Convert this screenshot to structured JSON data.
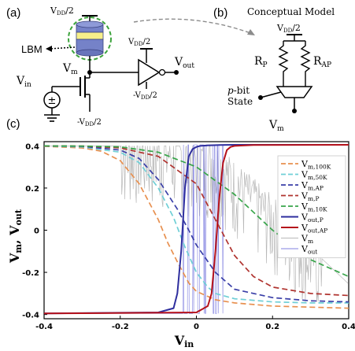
{
  "panel_a": {
    "label": "(a)",
    "vdd_top": "V",
    "vdd_top_sub": "DD",
    "vdd_top_tail": "/2",
    "vdd_mid": "V",
    "vdd_mid_sub": "DD",
    "vdd_mid_tail": "/2",
    "vdd_neg": "-V",
    "vdd_neg_sub": "DD",
    "vdd_neg_tail": "/2",
    "vdd_neg2": "-V",
    "vdd_neg2_sub": "DD",
    "vdd_neg2_tail": "/2",
    "lbm": "LBM",
    "vm": "V",
    "vm_sub": "m",
    "vin": "V",
    "vin_sub": "in",
    "vout": "V",
    "vout_sub": "out",
    "source_symbol": "±"
  },
  "panel_b": {
    "label": "(b)",
    "title": "Conceptual Model",
    "vdd": "V",
    "vdd_sub": "DD",
    "vdd_tail": "/2",
    "rp": "R",
    "rp_sub": "P",
    "rap": "R",
    "rap_sub": "AP",
    "pbit_italic": "p",
    "pbit_rest": "-bit",
    "state": "State",
    "vm": "V",
    "vm_sub": "m"
  },
  "panel_c": {
    "label": "(c)",
    "ylabel_1": "V",
    "ylabel_1_sub": "m",
    "ylabel_sep": ",  ",
    "ylabel_2": "V",
    "ylabel_2_sub": "out",
    "xlabel": "V",
    "xlabel_sub": "in"
  },
  "colors": {
    "m100k": "#e8904f",
    "m50k": "#6fcfd6",
    "mAP": "#3a3fa8",
    "mP": "#b0332f",
    "m10k": "#38a54a",
    "outP": "#2e2e9e",
    "outAP": "#b5121b",
    "vm_noisy": "#b8b8b8",
    "vout_noisy": "#8080e0",
    "mtj_blue": "#7582c8",
    "mtj_yellow": "#f7ef8a",
    "dashed_circle": "#3ca33c"
  },
  "chart_data": {
    "type": "line",
    "xlim": [
      -0.4,
      0.4
    ],
    "ylim": [
      -0.42,
      0.42
    ],
    "x_ticks": [
      "-0.4",
      "-0.2",
      "0",
      "0.2",
      "0.4"
    ],
    "y_ticks": [
      "0.4",
      "0.2",
      "0",
      "-0.2",
      "-0.4"
    ],
    "x_tick_values": [
      -0.4,
      -0.2,
      0,
      0.2,
      0.4
    ],
    "y_tick_values": [
      0.4,
      0.2,
      0,
      -0.2,
      -0.4
    ],
    "legend_position": "top-right",
    "series": [
      {
        "name_main": "V",
        "name_sub": "m,100K",
        "style": "dashed",
        "color_key": "m100k",
        "x": [
          -0.4,
          -0.3,
          -0.25,
          -0.2,
          -0.15,
          -0.1,
          -0.075,
          -0.05,
          -0.02,
          0,
          0.05,
          0.1,
          0.2,
          0.3,
          0.4
        ],
        "y": [
          0.398,
          0.39,
          0.375,
          0.33,
          0.22,
          0.05,
          -0.06,
          -0.15,
          -0.25,
          -0.29,
          -0.33,
          -0.345,
          -0.36,
          -0.365,
          -0.37
        ]
      },
      {
        "name_main": "V",
        "name_sub": "m,50K",
        "style": "dashed",
        "color_key": "m50k",
        "x": [
          -0.4,
          -0.3,
          -0.2,
          -0.15,
          -0.1,
          -0.06,
          -0.03,
          0,
          0.03,
          0.05,
          0.1,
          0.2,
          0.3,
          0.4
        ],
        "y": [
          0.399,
          0.395,
          0.37,
          0.32,
          0.2,
          0.06,
          -0.08,
          -0.2,
          -0.27,
          -0.3,
          -0.325,
          -0.34,
          -0.345,
          -0.345
        ]
      },
      {
        "name_main": "V",
        "name_sub": "m,AP",
        "style": "dashed",
        "color_key": "mAP",
        "x": [
          -0.4,
          -0.3,
          -0.2,
          -0.15,
          -0.1,
          -0.05,
          -0.02,
          0,
          0.05,
          0.1,
          0.2,
          0.3,
          0.4
        ],
        "y": [
          0.4,
          0.398,
          0.38,
          0.34,
          0.24,
          0.1,
          0.0,
          -0.07,
          -0.2,
          -0.28,
          -0.32,
          -0.335,
          -0.34
        ]
      },
      {
        "name_main": "V",
        "name_sub": "m,P",
        "style": "dashed",
        "color_key": "mP",
        "x": [
          -0.4,
          -0.3,
          -0.2,
          -0.1,
          0,
          0.05,
          0.1,
          0.15,
          0.2,
          0.3,
          0.4
        ],
        "y": [
          0.4,
          0.399,
          0.39,
          0.35,
          0.22,
          0.05,
          -0.12,
          -0.22,
          -0.27,
          -0.3,
          -0.31
        ]
      },
      {
        "name_main": "V",
        "name_sub": "m,10K",
        "style": "dashed",
        "color_key": "m10k",
        "x": [
          -0.4,
          -0.3,
          -0.2,
          -0.1,
          0,
          0.1,
          0.2,
          0.3,
          0.4
        ],
        "y": [
          0.4,
          0.399,
          0.395,
          0.37,
          0.3,
          0.17,
          0.0,
          -0.14,
          -0.22
        ]
      },
      {
        "name_main": "V",
        "name_sub": "out,P",
        "style": "solid",
        "color_key": "outP",
        "x": [
          -0.4,
          -0.1,
          -0.06,
          -0.05,
          -0.04,
          -0.03,
          -0.02,
          -0.01,
          0,
          0.01,
          0.03,
          0.06,
          0.1,
          0.4
        ],
        "y": [
          -0.395,
          -0.39,
          -0.37,
          -0.3,
          -0.1,
          0.2,
          0.35,
          0.385,
          0.395,
          0.4,
          0.402,
          0.404,
          0.405,
          0.405
        ]
      },
      {
        "name_main": "V",
        "name_sub": "out,AP",
        "style": "solid",
        "color_key": "outAP",
        "x": [
          -0.4,
          0.0,
          0.03,
          0.04,
          0.05,
          0.06,
          0.07,
          0.08,
          0.09,
          0.1,
          0.15,
          0.4
        ],
        "y": [
          -0.395,
          -0.39,
          -0.36,
          -0.3,
          -0.1,
          0.15,
          0.32,
          0.38,
          0.395,
          0.4,
          0.404,
          0.405
        ]
      },
      {
        "name_main": "V",
        "name_sub": "m",
        "style": "thin",
        "color_key": "vm_noisy"
      },
      {
        "name_main": "V",
        "name_sub": "out",
        "style": "thin",
        "color_key": "vout_noisy"
      }
    ]
  }
}
